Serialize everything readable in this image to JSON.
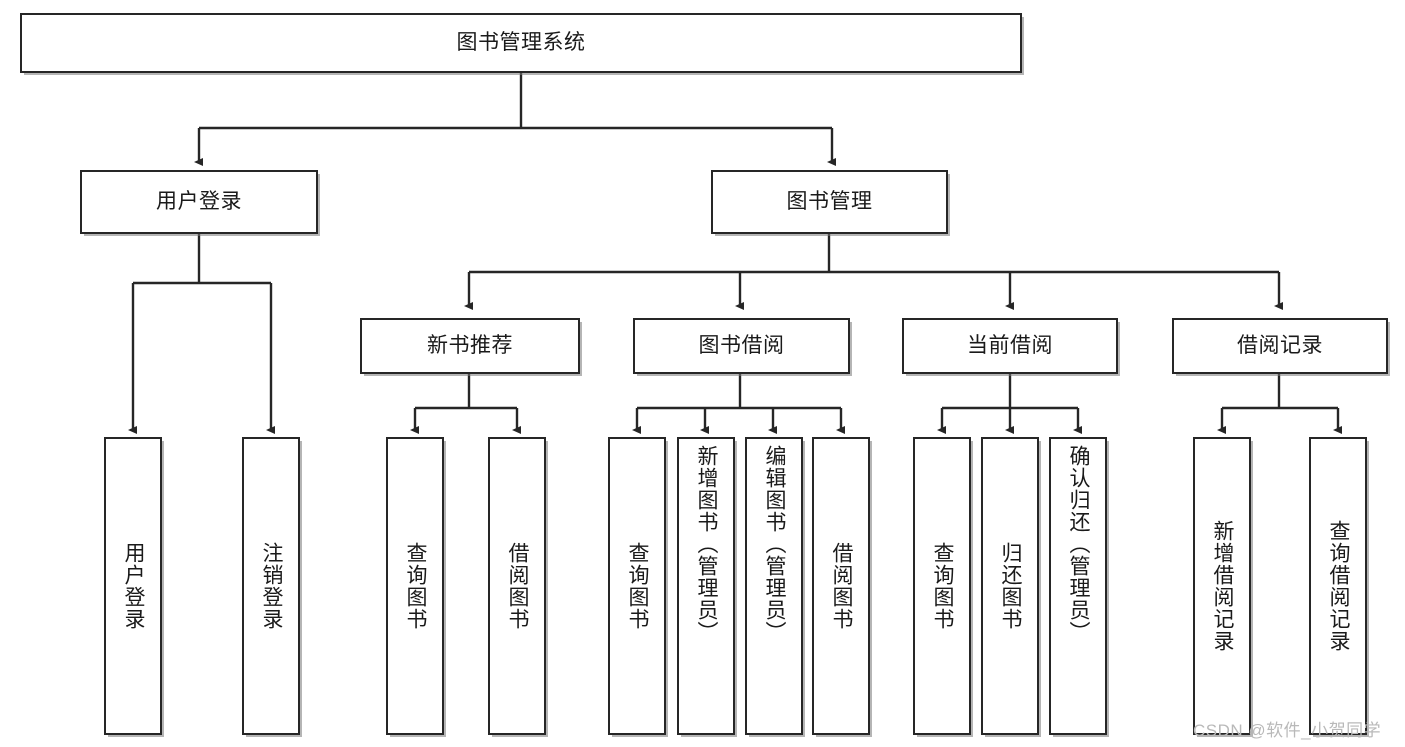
{
  "diagram": {
    "type": "hierarchy-tree",
    "title": "图书管理系统",
    "root": {
      "id": "root",
      "label": "图书管理系统"
    },
    "level1": [
      {
        "id": "user-login",
        "label": "用户登录"
      },
      {
        "id": "book-manage",
        "label": "图书管理"
      }
    ],
    "level2": [
      {
        "id": "new-book-recommend",
        "label": "新书推荐",
        "parent": "book-manage"
      },
      {
        "id": "book-borrow",
        "label": "图书借阅",
        "parent": "book-manage"
      },
      {
        "id": "current-borrow",
        "label": "当前借阅",
        "parent": "book-manage"
      },
      {
        "id": "borrow-record",
        "label": "借阅记录",
        "parent": "book-manage"
      }
    ],
    "leaves": [
      {
        "id": "leaf-user-login",
        "label": "用户登录",
        "parent": "user-login"
      },
      {
        "id": "leaf-logout-login",
        "label": "注销登录",
        "parent": "user-login"
      },
      {
        "id": "leaf-query-book-1",
        "label": "查询图书",
        "parent": "new-book-recommend"
      },
      {
        "id": "leaf-borrow-book-1",
        "label": "借阅图书",
        "parent": "new-book-recommend"
      },
      {
        "id": "leaf-query-book-2",
        "label": "查询图书",
        "parent": "book-borrow"
      },
      {
        "id": "leaf-add-book-admin",
        "label": "新增图书（管理员）",
        "parent": "book-borrow"
      },
      {
        "id": "leaf-edit-book-admin",
        "label": "编辑图书（管理员）",
        "parent": "book-borrow"
      },
      {
        "id": "leaf-borrow-book-2",
        "label": "借阅图书",
        "parent": "book-borrow"
      },
      {
        "id": "leaf-query-book-3",
        "label": "查询图书",
        "parent": "current-borrow"
      },
      {
        "id": "leaf-return-book",
        "label": "归还图书",
        "parent": "current-borrow"
      },
      {
        "id": "leaf-confirm-return-admin",
        "label": "确认归还（管理员）",
        "parent": "current-borrow"
      },
      {
        "id": "leaf-add-borrow-record",
        "label": "新增借阅记录",
        "parent": "borrow-record"
      },
      {
        "id": "leaf-query-borrow-record",
        "label": "查询借阅记录",
        "parent": "borrow-record"
      }
    ],
    "colors": {
      "stroke": "#262626",
      "fill": "#ffffff",
      "text": "#1a1a1a",
      "watermark": "#b9b9b9"
    }
  },
  "watermark": {
    "text": "CSDN @软件_小贺同学"
  }
}
